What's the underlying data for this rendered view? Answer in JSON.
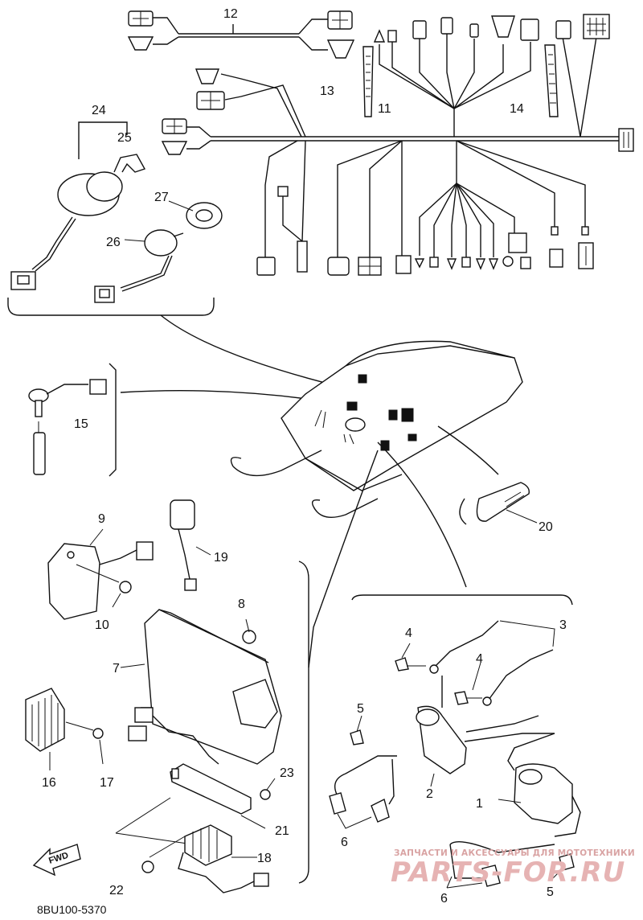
{
  "diagram": {
    "callouts": [
      "1",
      "2",
      "3",
      "4",
      "4",
      "5",
      "5",
      "6",
      "6",
      "7",
      "8",
      "9",
      "10",
      "11",
      "12",
      "13",
      "14",
      "15",
      "16",
      "17",
      "18",
      "19",
      "20",
      "21",
      "22",
      "23",
      "24",
      "25",
      "26",
      "27"
    ],
    "fwd_label": "FWD",
    "drawing_code": "8BU100-5370",
    "watermark_top": "ЗАПЧАСТИ И АКСЕССУАРЫ ДЛЯ МОТОТЕХНИКИ",
    "watermark_logo": "PARTS-FOR.RU"
  }
}
